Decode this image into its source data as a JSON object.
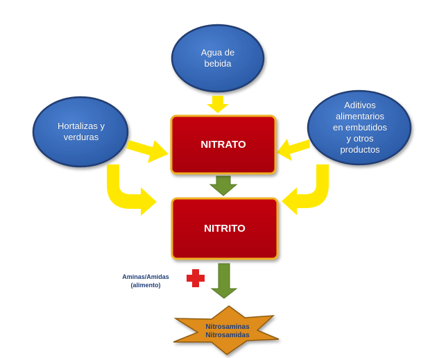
{
  "nodes": {
    "water": {
      "label": "Agua de\nbebida"
    },
    "vegetables": {
      "label": "Hortalizas y\nverduras"
    },
    "additives": {
      "label": "Aditivos\nalimentarios\nen embutidos\ny otros\nproductos"
    },
    "nitrate": {
      "label": "NITRATO"
    },
    "nitrite": {
      "label": "NITRITO"
    },
    "amines": {
      "label": "Aminas/Amidas\n(alimento)"
    },
    "product": {
      "label": "Nitrosaminas\nNitrosamidas"
    }
  },
  "colors": {
    "oval": "#2f63b1",
    "oval_border": "#203e72",
    "box": "#b8000a",
    "box_border": "#f0b020",
    "arrow_yellow": "#ffe800",
    "arrow_green": "#6e9331",
    "star": "#de8c1c",
    "plus": "#e02020"
  }
}
